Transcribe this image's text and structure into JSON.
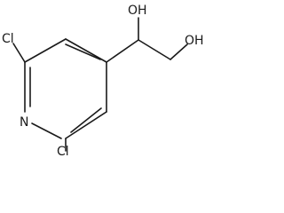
{
  "molecule": {
    "atoms": {
      "oh_top": "OH",
      "oh_right": "OH",
      "n": "N",
      "cl_top": "Cl",
      "cl_bottom": "Cl"
    }
  },
  "colors": {
    "bond": "#1a1a1a",
    "label": "#1a1a1a",
    "background": "#ffffff"
  }
}
